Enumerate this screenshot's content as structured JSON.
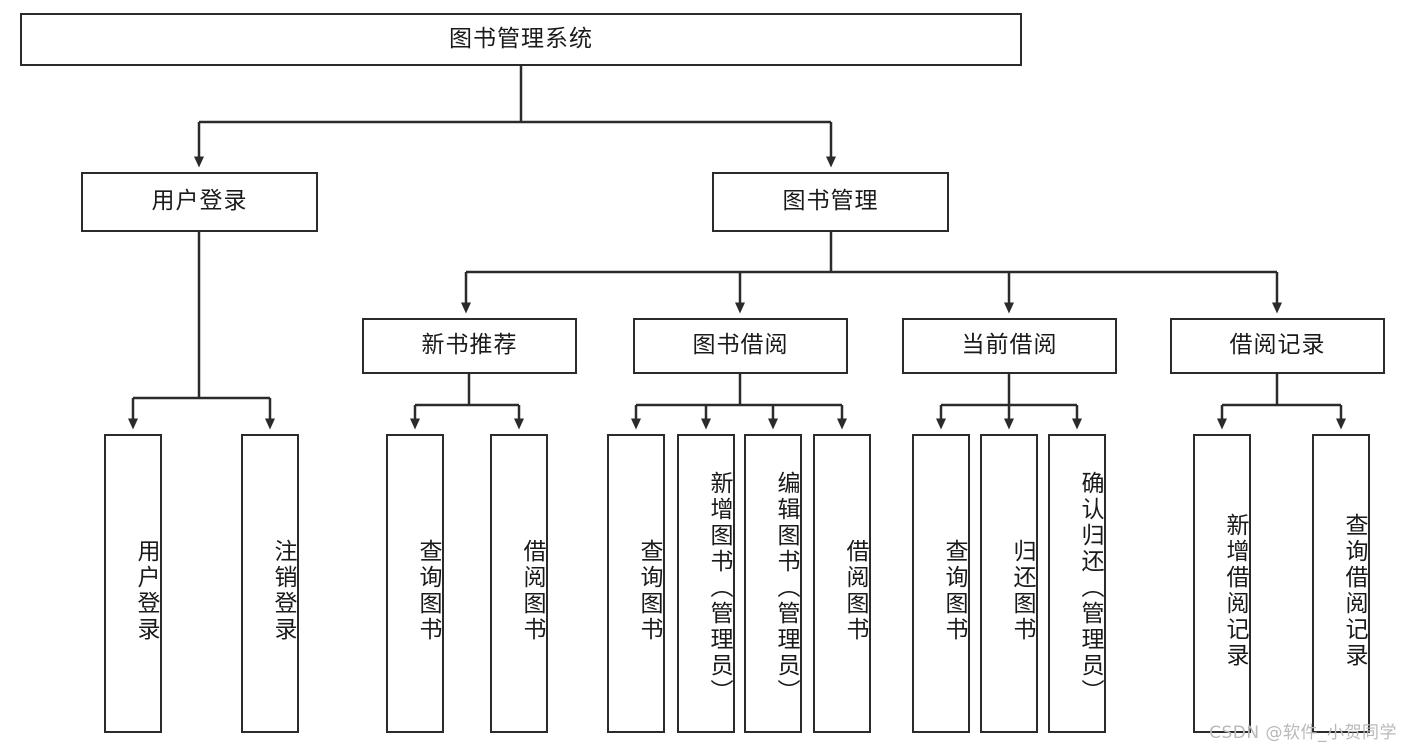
{
  "diagram": {
    "title": "图书管理系统",
    "watermark": "CSDN @软件_小贺同学",
    "colors": {
      "box_border": "#2b2b2b",
      "box_fill": "#ffffff",
      "edge": "#2b2b2b",
      "text": "#1a1a1a",
      "watermark": "#b9b9b9",
      "background": "#ffffff"
    },
    "root": {
      "label": "图书管理系统"
    },
    "level2": [
      {
        "label": "用户登录"
      },
      {
        "label": "图书管理"
      }
    ],
    "level3": [
      {
        "label": "新书推荐"
      },
      {
        "label": "图书借阅"
      },
      {
        "label": "当前借阅"
      },
      {
        "label": "借阅记录"
      }
    ],
    "leaves": {
      "user_login": [
        {
          "label": "用户登录"
        },
        {
          "label": "注销登录"
        }
      ],
      "new_book": [
        {
          "label": "查询图书"
        },
        {
          "label": "借阅图书"
        }
      ],
      "borrow_book": [
        {
          "label": "查询图书"
        },
        {
          "label": "新增图书（管理员）"
        },
        {
          "label": "编辑图书（管理员）"
        },
        {
          "label": "借阅图书"
        }
      ],
      "current_borrow": [
        {
          "label": "查询图书"
        },
        {
          "label": "归还图书"
        },
        {
          "label": "确认归还（管理员）"
        }
      ],
      "borrow_record": [
        {
          "label": "新增借阅记录"
        },
        {
          "label": "查询借阅记录"
        }
      ]
    }
  }
}
